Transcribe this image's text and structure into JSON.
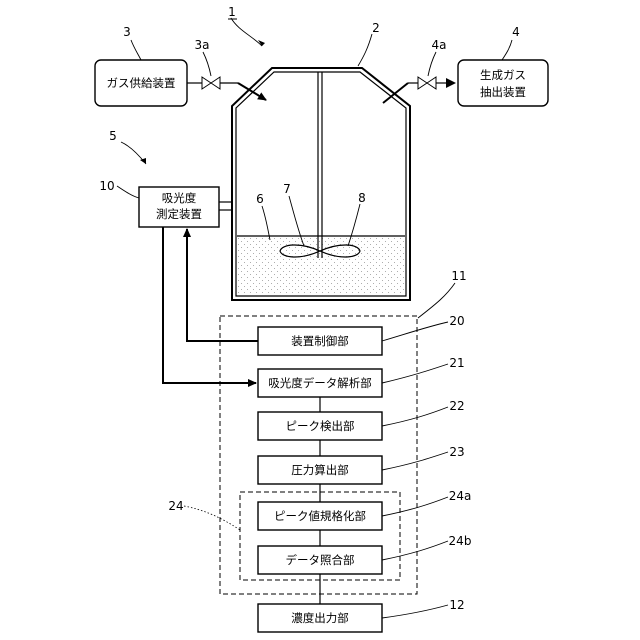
{
  "boxes": {
    "gas_supply": "ガス供給装置",
    "product_gas_line1": "生成ガス",
    "product_gas_line2": "抽出装置",
    "absorbance_line1": "吸光度",
    "absorbance_line2": "測定装置",
    "device_control": "装置制御部",
    "absorbance_analysis": "吸光度データ解析部",
    "peak_detection": "ピーク検出部",
    "pressure_calc": "圧力算出部",
    "peak_normalize": "ピーク値規格化部",
    "data_match": "データ照合部",
    "concentration_output": "濃度出力部"
  },
  "refs": {
    "r1": "1",
    "r2": "2",
    "r3": "3",
    "r3a": "3a",
    "r4": "4",
    "r4a": "4a",
    "r5": "5",
    "r6": "6",
    "r7": "7",
    "r8": "8",
    "r10": "10",
    "r11": "11",
    "r12": "12",
    "r20": "20",
    "r21": "21",
    "r22": "22",
    "r23": "23",
    "r24": "24",
    "r24a": "24a",
    "r24b": "24b"
  }
}
